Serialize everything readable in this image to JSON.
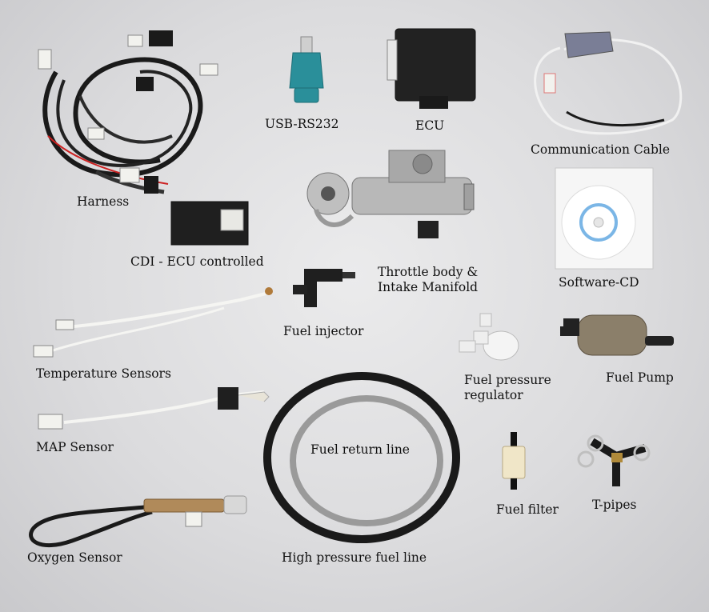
{
  "labels": {
    "harness": "Harness",
    "usb_rs232": "USB-RS232",
    "ecu": "ECU",
    "communication_cable": "Communication Cable",
    "cdi": "CDI - ECU controlled",
    "throttle_line1": "Throttle body &",
    "throttle_line2": "Intake Manifold",
    "software_cd": "Software-CD",
    "fuel_injector": "Fuel injector",
    "temperature_sensors": "Temperature Sensors",
    "fuel_pressure_line1": "Fuel pressure",
    "fuel_pressure_line2": "regulator",
    "fuel_pump": "Fuel Pump",
    "map_sensor": "MAP Sensor",
    "fuel_return_line": "Fuel return line",
    "fuel_filter": "Fuel filter",
    "t_pipes": "T-pipes",
    "oxygen_sensor": "Oxygen Sensor",
    "high_pressure_fuel_line": "High pressure fuel line"
  },
  "colors": {
    "background": "#dcdcde",
    "text": "#111111",
    "cable_black": "#1a1a1a",
    "hose_gray": "#9a9a9a",
    "connector_white": "#f2f2ee",
    "usb_teal": "#2a8f9a",
    "ecu_black": "#222222",
    "metal": "#b8b8b8"
  }
}
